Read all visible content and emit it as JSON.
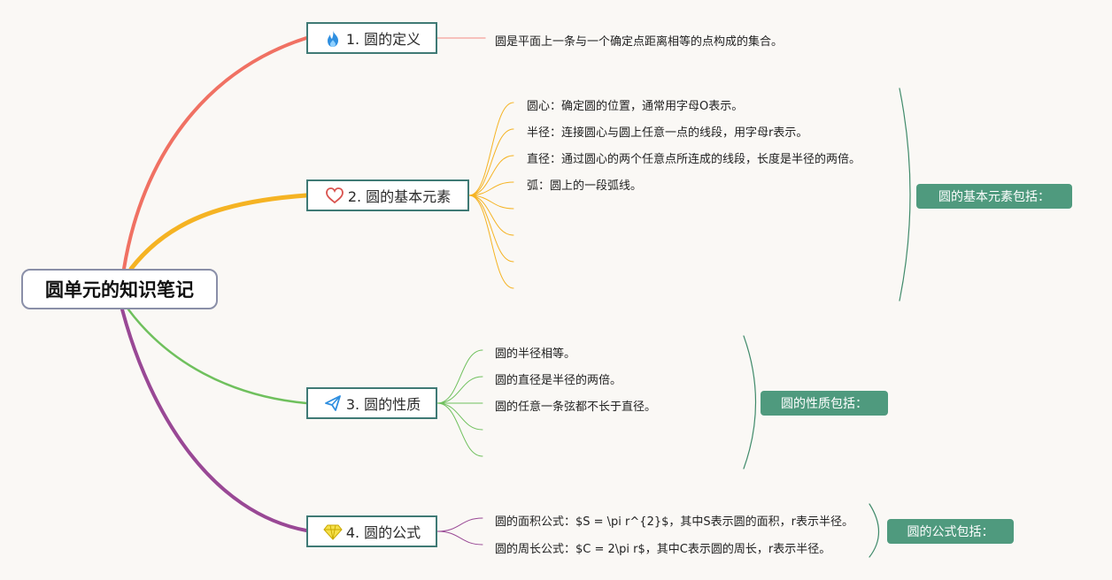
{
  "root": {
    "label": "圆单元的知识笔记"
  },
  "branches": [
    {
      "label": "1. 圆的定义",
      "icon": "flame-icon",
      "color": "#f07163",
      "leaves": [
        "圆是平面上一条与一个确定点距离相等的点构成的集合。"
      ]
    },
    {
      "label": "2. 圆的基本元素",
      "icon": "heart-icon",
      "color": "#f5b323",
      "leaves": [
        "圆心：确定圆的位置，通常用字母O表示。",
        "半径：连接圆心与圆上任意一点的线段，用字母r表示。",
        "直径：通过圆心的两个任意点所连成的线段，长度是半径的两倍。",
        "弧：圆上的一段弧线。"
      ],
      "summary": "圆的基本元素包括："
    },
    {
      "label": "3. 圆的性质",
      "icon": "paper-plane-icon",
      "color": "#6fc05d",
      "leaves": [
        "圆的半径相等。",
        "圆的直径是半径的两倍。",
        "圆的任意一条弦都不长于直径。"
      ],
      "summary": "圆的性质包括："
    },
    {
      "label": "4. 圆的公式",
      "icon": "diamond-icon",
      "color": "#994895",
      "leaves": [
        "圆的面积公式：$S = \\pi r^{2}$，其中S表示圆的面积，r表示半径。",
        "圆的周长公式：$C = 2\\pi r$，其中C表示圆的周长，r表示半径。"
      ],
      "summary": "圆的公式包括："
    }
  ],
  "colors": {
    "background": "#faf8f5",
    "node_border": "#3f7a75",
    "summary_fill": "#4f9a7e",
    "summary_bracket": "#3f8a6a"
  }
}
